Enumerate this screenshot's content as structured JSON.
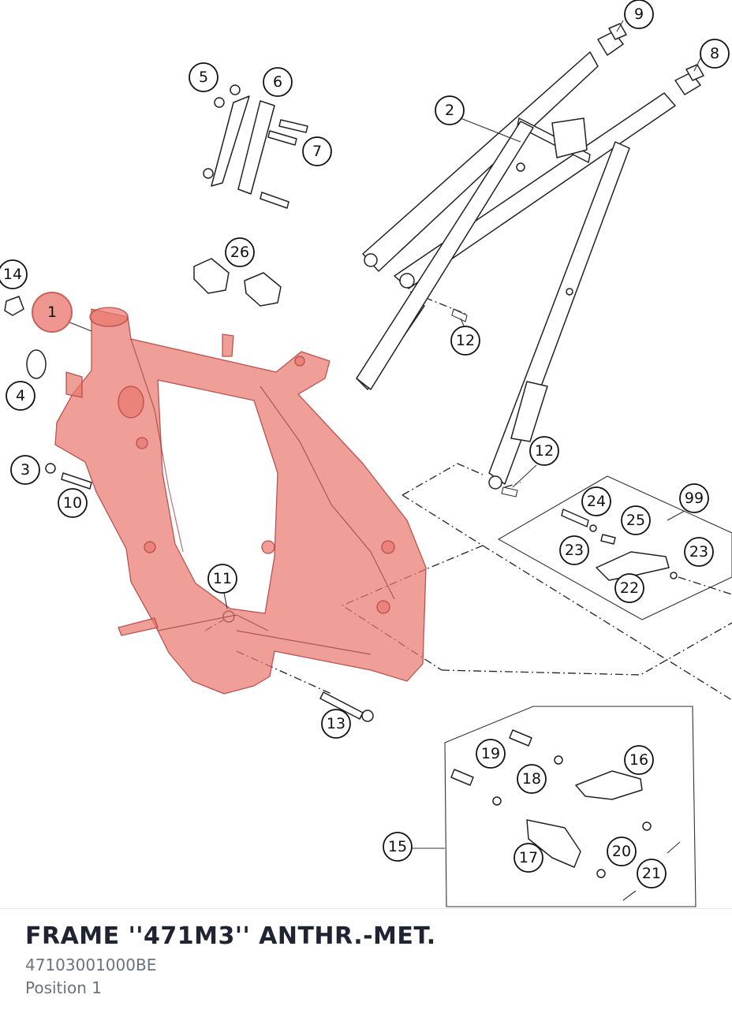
{
  "callouts": [
    {
      "label": "1"
    },
    {
      "label": "2"
    },
    {
      "label": "3"
    },
    {
      "label": "4"
    },
    {
      "label": "5"
    },
    {
      "label": "6"
    },
    {
      "label": "7"
    },
    {
      "label": "8"
    },
    {
      "label": "9"
    },
    {
      "label": "10"
    },
    {
      "label": "11"
    },
    {
      "label": "12"
    },
    {
      "label": "12"
    },
    {
      "label": "13"
    },
    {
      "label": "14"
    },
    {
      "label": "15"
    },
    {
      "label": "16"
    },
    {
      "label": "17"
    },
    {
      "label": "18"
    },
    {
      "label": "19"
    },
    {
      "label": "20"
    },
    {
      "label": "21"
    },
    {
      "label": "22"
    },
    {
      "label": "23"
    },
    {
      "label": "23"
    },
    {
      "label": "24"
    },
    {
      "label": "25"
    },
    {
      "label": "26"
    },
    {
      "label": "99"
    }
  ],
  "selected_position": "1",
  "highlight_color": "#e97870",
  "part": {
    "title": "FRAME ''471M3'' ANTHR.-MET.",
    "number": "47103001000BE",
    "position": "Position 1"
  }
}
